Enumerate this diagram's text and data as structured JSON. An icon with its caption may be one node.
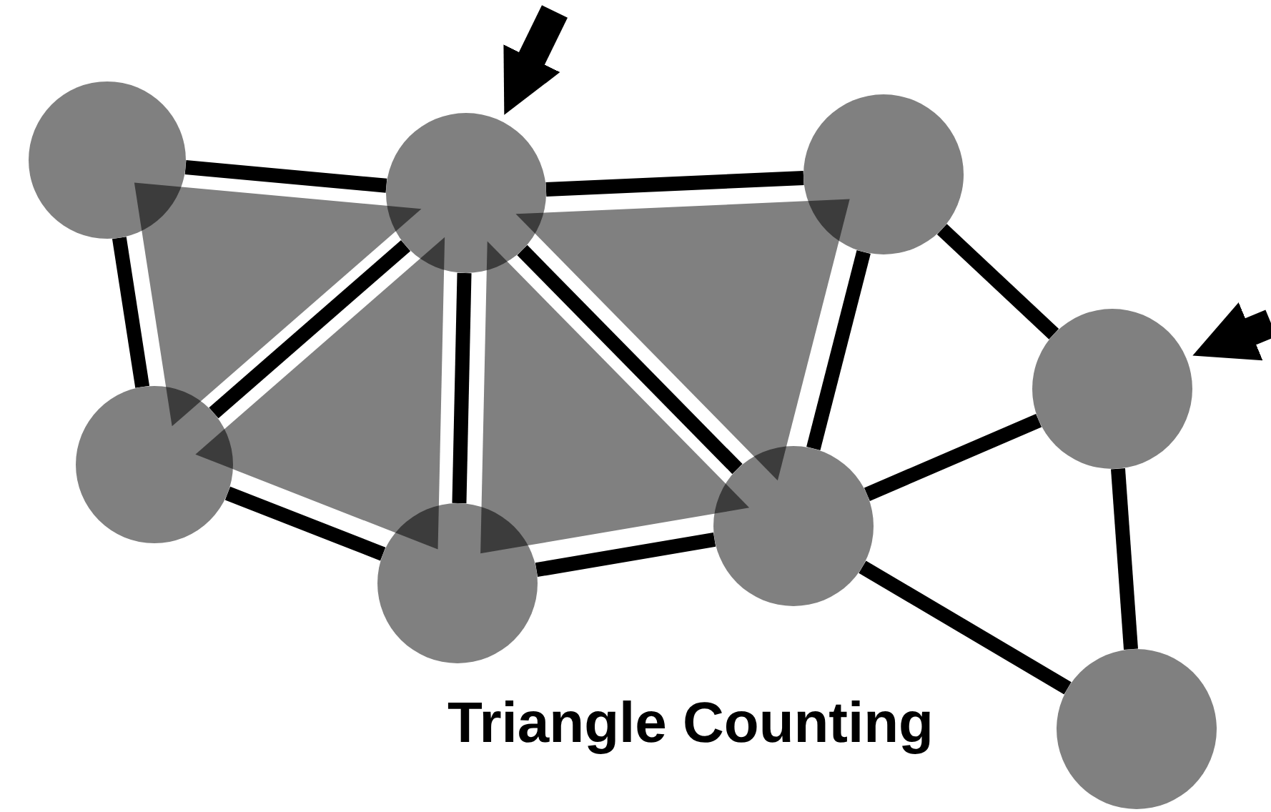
{
  "diagram": {
    "nodes": [
      {
        "text": [],
        "shape": "circle"
      },
      {
        "text": [],
        "shape": "circle"
      },
      {
        "text": [],
        "shape": "circle"
      },
      {
        "text": [],
        "shape": "circle"
      },
      {
        "text": [],
        "shape": "circle"
      },
      {
        "text": [],
        "shape": "circle"
      },
      {
        "text": [],
        "shape": "circle"
      },
      {
        "text": [],
        "shape": "circle"
      }
    ],
    "edges": [
      {
        "from": 0,
        "to": 1,
        "arrow": "none"
      },
      {
        "from": 0,
        "to": 4,
        "arrow": "none"
      },
      {
        "from": 1,
        "to": 2,
        "arrow": "none"
      },
      {
        "from": 1,
        "to": 4,
        "arrow": "none"
      },
      {
        "from": 1,
        "to": 5,
        "arrow": "none"
      },
      {
        "from": 1,
        "to": 6,
        "arrow": "none"
      },
      {
        "from": 2,
        "to": 6,
        "arrow": "none"
      },
      {
        "from": 2,
        "to": 3,
        "arrow": "none"
      },
      {
        "from": 3,
        "to": 6,
        "arrow": "none"
      },
      {
        "from": 3,
        "to": 7,
        "arrow": "none"
      },
      {
        "from": 4,
        "to": 5,
        "arrow": "none"
      },
      {
        "from": 5,
        "to": 6,
        "arrow": "none"
      },
      {
        "from": 6,
        "to": 7,
        "arrow": "none"
      },
      {
        "from": null,
        "to": 1,
        "arrow": "to",
        "style": "thick"
      },
      {
        "from": null,
        "to": 3,
        "arrow": "to",
        "style": "thick"
      }
    ],
    "labels": [
      "Triangle Counting"
    ]
  }
}
